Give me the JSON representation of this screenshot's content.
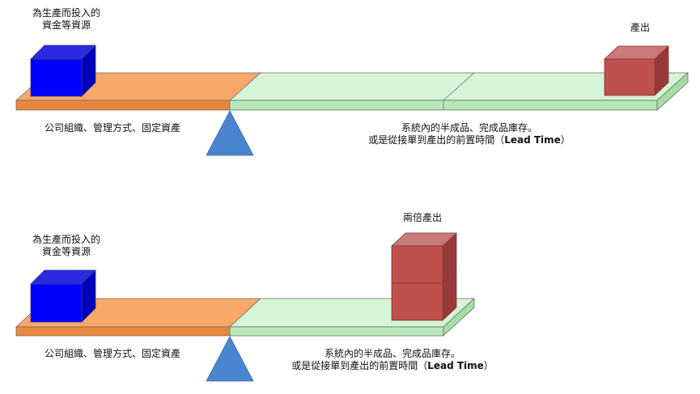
{
  "top": {
    "input_label": [
      "為生產而投入的",
      "資金等資源"
    ],
    "output_label": "產出",
    "left_caption": "公司組織、管理方式、固定資產",
    "right_caption_1": "系統內的半成品、完成品庫存。",
    "right_caption_2_prefix": "或是從接單到產出的前置時間（",
    "right_caption_2_bold": "Lead Time",
    "right_caption_2_suffix": "）"
  },
  "bottom": {
    "input_label": [
      "為生產而投入的",
      "資金等資源"
    ],
    "output_label": "兩倍產出",
    "left_caption": "公司組織、管理方式、固定資產",
    "right_caption_1": "系統內的半成品、完成品庫存。",
    "right_caption_2_prefix": "或是從接單到產出的前置時間（",
    "right_caption_2_bold": "Lead Time",
    "right_caption_2_suffix": "）"
  },
  "colors": {
    "orange_top": "#F8A96A",
    "orange_front": "#E8873E",
    "green_top": "#D6F5D6",
    "green_front": "#B8E8B8",
    "blue_front": "#0000FF",
    "blue_top": "#2A2AE0",
    "blue_side": "#0000B8",
    "red_front": "#C0504D",
    "red_top": "#C97A78",
    "red_side": "#9A3A38",
    "fulcrum": "#4A86D0"
  }
}
